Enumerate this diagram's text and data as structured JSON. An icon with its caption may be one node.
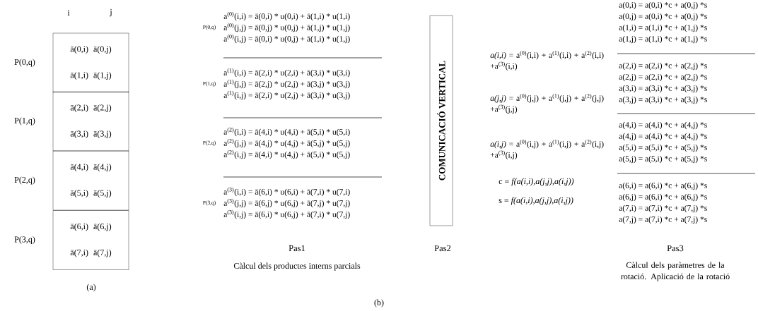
{
  "diagram": {
    "nodes": [
      {
        "text": [
          "ā(0,i)",
          "ā(0,j)",
          "ā(1,i)",
          "ā(1,j)"
        ],
        "beside": [
          "P(0,q)"
        ]
      },
      {
        "text": [
          "ā(2,i)",
          "ā(2,j)",
          "ā(3,i)",
          "ā(3,j)"
        ],
        "beside": [
          "P(1,q)"
        ]
      },
      {
        "text": [
          "ā(4,i)",
          "ā(4,j)",
          "ā(5,i)",
          "ā(5,j)"
        ],
        "beside": [
          "P(2,q)"
        ]
      },
      {
        "text": [
          "ā(6,i)",
          "ā(6,j)",
          "ā(7,i)",
          "ā(7,j)"
        ],
        "beside": [
          "P(3,q)"
        ]
      },
      {
        "text": [
          "COMUNICACIÓ VERTICAL"
        ]
      }
    ],
    "labels": [
      "i",
      "j",
      "(a)",
      "P(0,q)",
      "a$^{(0)}$(i,i) = ā(0,i) * u(0,i) + ā(1,i) * u(1,i)",
      "a$^{(0)}$(j,j) = ā(0,j) * u(0,j) + ā(1,j) * u(1,j)",
      "a$^{(0)}$(i,j) = ā(0,i) * u(0,j) + ā(1,i) * u(1,j)",
      "P(1,q)",
      "a$^{(1)}$(i,i) = ā(2,i) * u(2,i) + ā(3,i) * u(3,i)",
      "a$^{(1)}$(j,j) = ā(2,j) * u(2,j) + ā(3,j) * u(3,j)",
      "a$^{(1)}$(i,j) = ā(2,i) * u(2,j) + ā(3,i) * u(3,j)",
      "P(2,q)",
      "a$^{(2)}$(i,i) = ā(4,i) * u(4,i) + ā(5,i) * u(5,i)",
      "a$^{(2)}$(j,j) = ā(4,j) * u(4,j) + ā(5,j) * u(5,j)",
      "a$^{(2)}$(i,j) = ā(4,i) * u(4,j) + ā(5,i) * u(5,j)",
      "P(3,q)",
      "a$^{(3)}$(i,i) = ā(6,i) * u(6,i) + ā(7,i) * u(7,i)",
      "a$^{(3)}$(j,j) = ā(6,j) * u(6,j) + ā(7,j) * u(7,j)",
      "a$^{(3)}$(i,j) = ā(6,i) * u(6,j) + ā(7,i) * u(7,j)",
      "Pas1",
      "Càlcul dels productes interns parcials",
      "Pas2",
      "*a(i,i)* = a$^{(0)}$(i,i) + a$^{(1)}$(i,i) + a$^{(2)}$(i,i) +a$^{(3)}$(i,i)",
      "*a(j,j)* = a$^{(0)}$(j,j) + a$^{(1)}$(j,j) + a$^{(2)}$(j,j) +a$^{(3)}$(j,j)",
      "*a(i,j)* = a$^{(0)}$(i,j) + a$^{(1)}$(i,j) + a$^{(2)}$(i,j) +a$^{(3)}$(i,j)",
      "c = *f(a(i,i),a(j,j),a(i,j))*",
      "s = *f(a(i,i),a(j,j),a(i,j))*",
      "a(0,i) = a(0,i) *c + a(0,j) *s",
      "a(0,j) = a(0,i) *c + a(0,j) *s",
      "a(1,i) = a(1,i) *c + a(1,j) *s",
      "a(1,j) = a(1,i) *c + a(1,j) *s",
      "a(2,i) = a(2,i) *c + a(2,j) *s",
      "a(2,j) = a(2,i) *c + a(2,j) *s",
      "a(3,i) = a(3,i) *c + a(3,j) *s",
      "a(3,j) = a(3,i) *c + a(3,j) *s",
      "a(4,i) = a(4,i) *c + a(4,j) *s",
      "a(4,j) = a(4,i) *c + a(4,j) *s",
      "a(5,i) = a(5,i) *c + a(5,j) *s",
      "a(5,j) = a(5,i) *c + a(5,j) *s",
      "a(6,i) = a(6,i) *c + a(6,j) *s",
      "a(6,j) = a(6,i) *c + a(6,j) *s",
      "a(7,i) = a(7,i) *c + a(7,j) *s",
      "a(7,j) = a(7,i) *c + a(7,j) *s",
      "Pas3",
      "Càlcul dels paràmetres de la rotació. Aplicació de la rotació",
      "(b)"
    ]
  }
}
